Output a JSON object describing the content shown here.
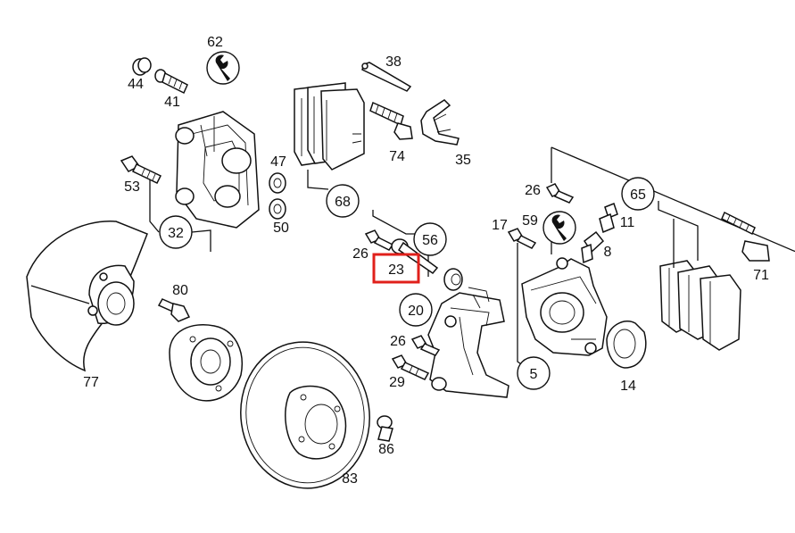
{
  "labels": {
    "p62": "62",
    "p44": "44",
    "p41": "41",
    "p53": "53",
    "p32": "32",
    "p47": "47",
    "p50": "50",
    "p68": "68",
    "p38": "38",
    "p74": "74",
    "p35": "35",
    "p26a": "26",
    "p56": "56",
    "p23": "23",
    "p20": "20",
    "p26b": "26",
    "p29": "29",
    "p26c": "26",
    "p65": "65",
    "p17": "17",
    "p59": "59",
    "p11": "11",
    "p8": "8",
    "p71": "71",
    "p5": "5",
    "p14": "14",
    "p80": "80",
    "p77": "77",
    "p86": "86",
    "p83": "83"
  },
  "highlight": {
    "part": "23",
    "color": "#e0201b"
  }
}
